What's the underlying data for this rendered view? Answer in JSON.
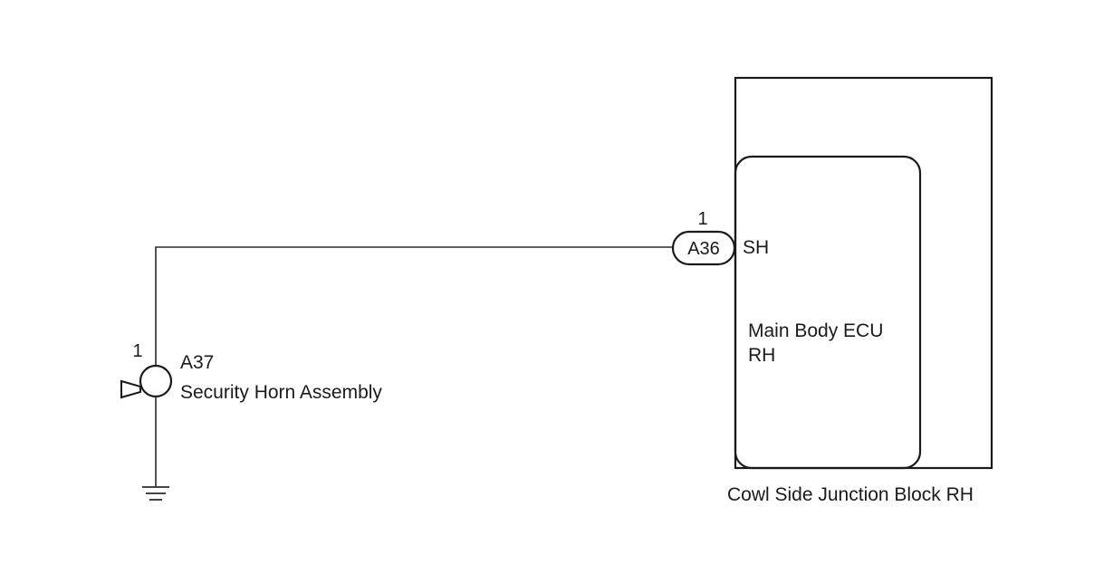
{
  "horn": {
    "pin": "1",
    "connector": "A37",
    "name": "Security Horn Assembly",
    "icon": "horn-icon"
  },
  "junction_connector": {
    "pin": "1",
    "code": "A36",
    "terminal": "SH"
  },
  "ecu": {
    "label_line1": "Main Body ECU",
    "label_line2": "RH"
  },
  "junction_block": {
    "label": "Cowl Side Junction Block RH"
  },
  "ground": {
    "icon": "ground-icon"
  }
}
